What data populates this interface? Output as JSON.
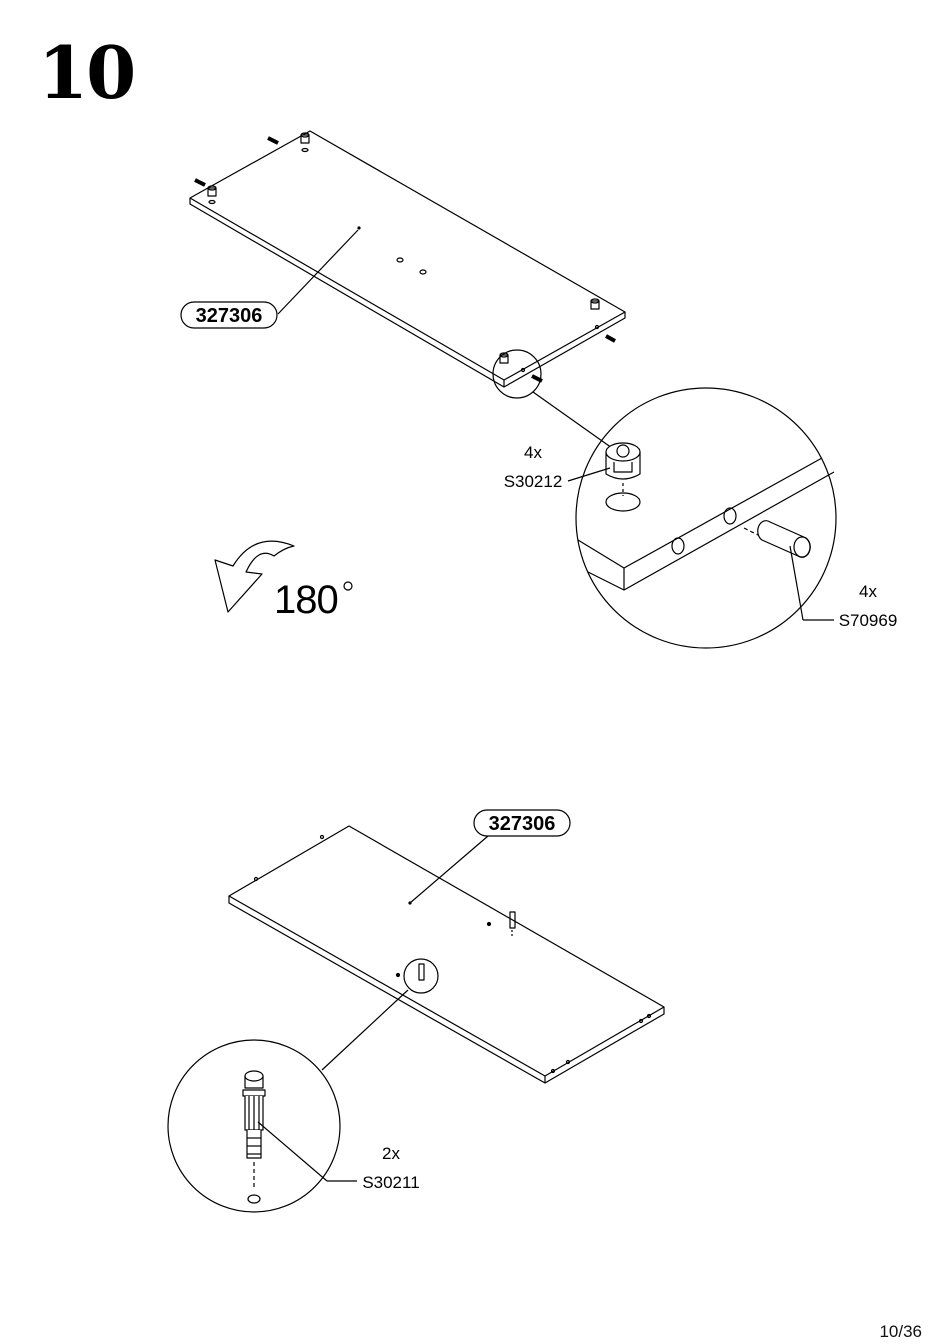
{
  "step": {
    "number": "10"
  },
  "page": {
    "number": "10/36"
  },
  "top_section": {
    "panel_label": "327306",
    "cam_lock": {
      "qty": "4x",
      "code": "S30212"
    },
    "dowel": {
      "qty": "4x",
      "code": "S70969"
    },
    "rotation": {
      "angle": "180",
      "unit": "°"
    }
  },
  "bottom_section": {
    "panel_label": "327306",
    "cam_bolt": {
      "qty": "2x",
      "code": "S30211"
    }
  }
}
